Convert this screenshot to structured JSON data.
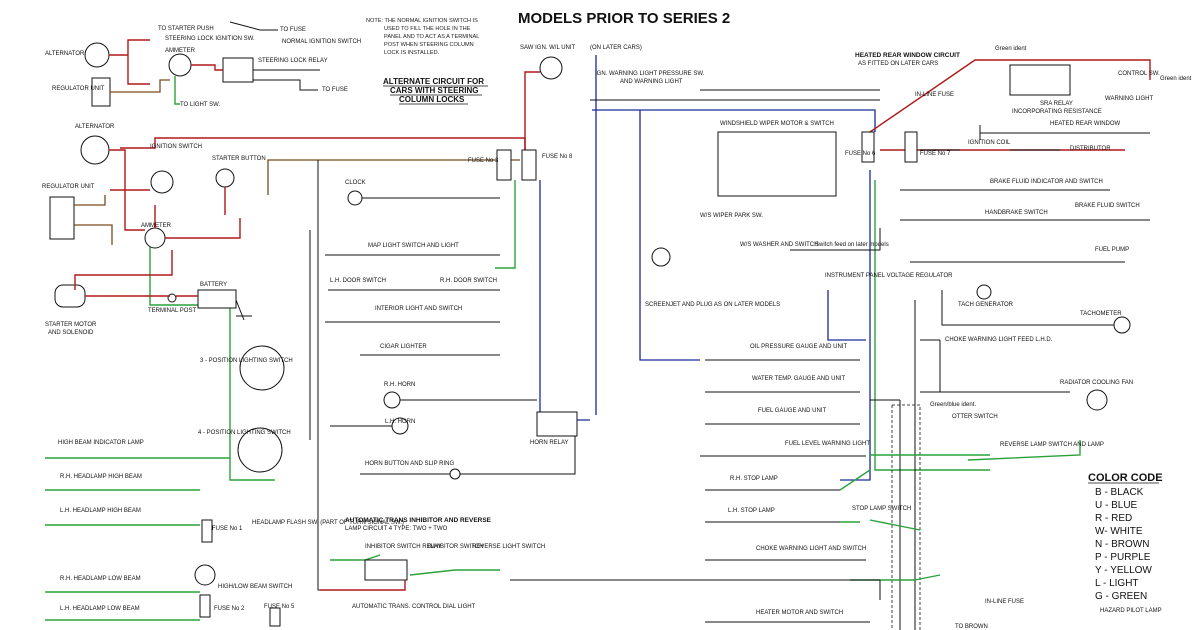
{
  "title": "MODELS PRIOR TO SERIES 2",
  "note": {
    "lines": [
      "NOTE: THE NORMAL IGNITION SWITCH IS",
      "USED TO FILL THE HOLE IN THE",
      "PANEL AND TO ACT AS A TERMINAL",
      "POST WHEN STEERING COLUMN",
      "LOCK IS INSTALLED."
    ]
  },
  "alternate_circuit": {
    "lines": [
      "ALTERNATE CIRCUIT FOR",
      "CARS WITH STEERING",
      "COLUMN LOCKS"
    ]
  },
  "color_code": {
    "title": "COLOR CODE",
    "entries": [
      "B -  BLACK",
      "U -  BLUE",
      "R -  RED",
      "W-  WHITE",
      "N -  BROWN",
      "P -  PURPLE",
      "Y -  YELLOW",
      "L -  LIGHT",
      "G -  GREEN"
    ]
  },
  "wire_colors": {
    "red": "#b01818",
    "blue": "#1a2a9c",
    "green": "#2aa23a",
    "black": "#111111",
    "brown": "#7a4a1e"
  },
  "labels": {
    "to_starter_push": "TO STARTER PUSH",
    "to_fuse_top": "TO FUSE",
    "steering_lock_ign_sw": "STEERING LOCK IGNITION SW.",
    "normal_ign_switch": "NORMAL IGNITION SWITCH",
    "alternator_top": "ALTERNATOR",
    "ammeter_top": "AMMETER",
    "steering_lock_relay": "STEERING LOCK RELAY",
    "regulator_unit_top": "REGULATOR UNIT",
    "to_fuse_alt": "TO FUSE",
    "to_light_sw": "TO LIGHT SW.",
    "saw_ign_wl_unit": "SAW IGN. W/L UNIT",
    "on_later_cars": "(ON LATER CARS)",
    "ign_warning_light_sw": "IGN. WARNING LIGHT PRESSURE SW.",
    "and_warning_light": "AND WARNING LIGHT",
    "heated_rear_window_circuit": "HEATED REAR WINDOW CIRCUIT",
    "as_fitted_later_cars": "AS FITTED ON LATER CARS",
    "green_ident": "Green ident",
    "green_ident_2": "Green ident",
    "control_sw": "CONTROL SW.",
    "in_line_fuse": "IN-LINE FUSE",
    "sra_relay": "SRA RELAY",
    "warning_light": "WARNING LIGHT",
    "incorporating_resistance": "INCORPORATING RESISTANCE",
    "heated_rear_window": "HEATED REAR WINDOW",
    "alternator_main": "ALTERNATOR",
    "ignition_switch": "IGNITION SWITCH",
    "starter_button": "STARTER BUTTON",
    "regulator_unit_main": "REGULATOR UNIT",
    "ammeter_main": "AMMETER",
    "battery": "BATTERY",
    "terminal_post": "TERMINAL POST",
    "starter_motor": "STARTER MOTOR",
    "and_solenoid": "AND SOLENOID",
    "clock": "CLOCK",
    "fuse_no3": "FUSE No 3",
    "fuse_no8": "FUSE No 8",
    "windshield_wiper": "WINDSHIELD WIPER MOTOR & SWITCH",
    "fuse_no6": "FUSE No 6",
    "fuse_no7": "FUSE No 7",
    "ignition_coil": "IGNITION COIL",
    "distributor": "DISTRIBUTOR",
    "brake_fluid_indicator": "BRAKE FLUID INDICATOR AND SWITCH",
    "handbrake_switch": "HANDBRAKE SWITCH",
    "brake_fluid_switch": "BRAKE FLUID SWITCH",
    "fuel_pump": "FUEL PUMP",
    "ws_wiper_park": "W/S WIPER PARK SW.",
    "ws_washer": "W/S WASHER AND SWITCH",
    "switch_feed": "Switch feed on later models",
    "screenjet": "SCREENJET AND PLUG AS ON LATER MODELS",
    "instrument_regulator": "INSTRUMENT PANEL VOLTAGE REGULATOR",
    "tach_generator": "TACH GENERATOR",
    "tachometer": "TACHOMETER",
    "map_light": "MAP LIGHT SWITCH AND LIGHT",
    "lh_door_switch": "L.H. DOOR SWITCH",
    "rh_door_switch": "R.H. DOOR SWITCH",
    "interior_light": "INTERIOR LIGHT AND SWITCH",
    "cigar_lighter": "CIGAR LIGHTER",
    "rh_horn": "R.H. HORN",
    "lh_horn": "L.H. HORN",
    "horn_relay": "HORN RELAY",
    "horn_button": "HORN BUTTON AND SLIP RING",
    "three_pos_lighting": "3 - POSITION LIGHTING SWITCH",
    "four_pos_lighting": "4 - POSITION LIGHTING SWITCH",
    "high_beam_indicator": "HIGH BEAM INDICATOR LAMP",
    "rh_headlamp_high": "R.H. HEADLAMP HIGH BEAM",
    "lh_headlamp_high": "L.H. HEADLAMP HIGH BEAM",
    "fuse_no1": "FUSE No 1",
    "headlamp_flash": "HEADLAMP FLASH SW. (PART OF TURN SIGNAL SW.)",
    "rh_headlamp_low": "R.H. HEADLAMP LOW BEAM",
    "lh_headlamp_low": "L.H. HEADLAMP LOW BEAM",
    "fuse_no2": "FUSE No 2",
    "high_low_beam": "HIGH/LOW BEAM SWITCH",
    "fuse_no5": "FUSE No 5",
    "auto_trans_inhibitor": "AUTOMATIC TRANS INHIBITOR AND REVERSE",
    "lamp_circuit": "LAMP CIRCUIT   4 TYPE: TWO + TWO",
    "inhibitor_relay": "INHIBITOR SWITCH RELAY",
    "inhibitor_switch": "INHIBITOR SWITCH",
    "reverse_light_switch": "REVERSE LIGHT SWITCH",
    "auto_trans_dial": "AUTOMATIC TRANS. CONTROL DIAL LIGHT",
    "oil_pressure": "OIL PRESSURE GAUGE AND UNIT",
    "water_temp": "WATER TEMP. GAUGE AND UNIT",
    "fuel_gauge": "FUEL GAUGE AND UNIT",
    "fuel_level_warning": "FUEL LEVEL WARNING LIGHT",
    "choke_feed": "CHOKE WARNING LIGHT FEED L.H.D.",
    "radiator_fan": "RADIATOR COOLING FAN",
    "green_blue_ident": "Green/blue ident.",
    "otter_switch": "OTTER SWITCH",
    "reverse_lamp_switch": "REVERSE LAMP SWITCH AND LAMP",
    "rh_stop_lamp": "R.H. STOP LAMP",
    "lh_stop_lamp": "L.H. STOP LAMP",
    "stop_lamp_switch": "STOP LAMP SWITCH",
    "choke_warning": "CHOKE WARNING LIGHT AND SWITCH",
    "heater_motor": "HEATER MOTOR AND SWITCH",
    "inline_fuse_bottom": "IN-LINE FUSE",
    "hazard_pilot": "HAZARD PILOT LAMP",
    "to_brown": "TO BROWN"
  }
}
